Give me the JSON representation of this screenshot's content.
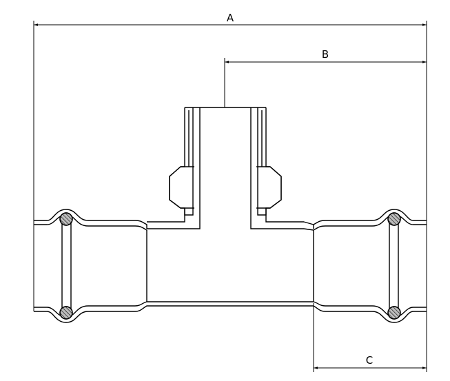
{
  "drawing": {
    "dimensions": {
      "a": "A",
      "b": "B",
      "c": "C"
    }
  }
}
